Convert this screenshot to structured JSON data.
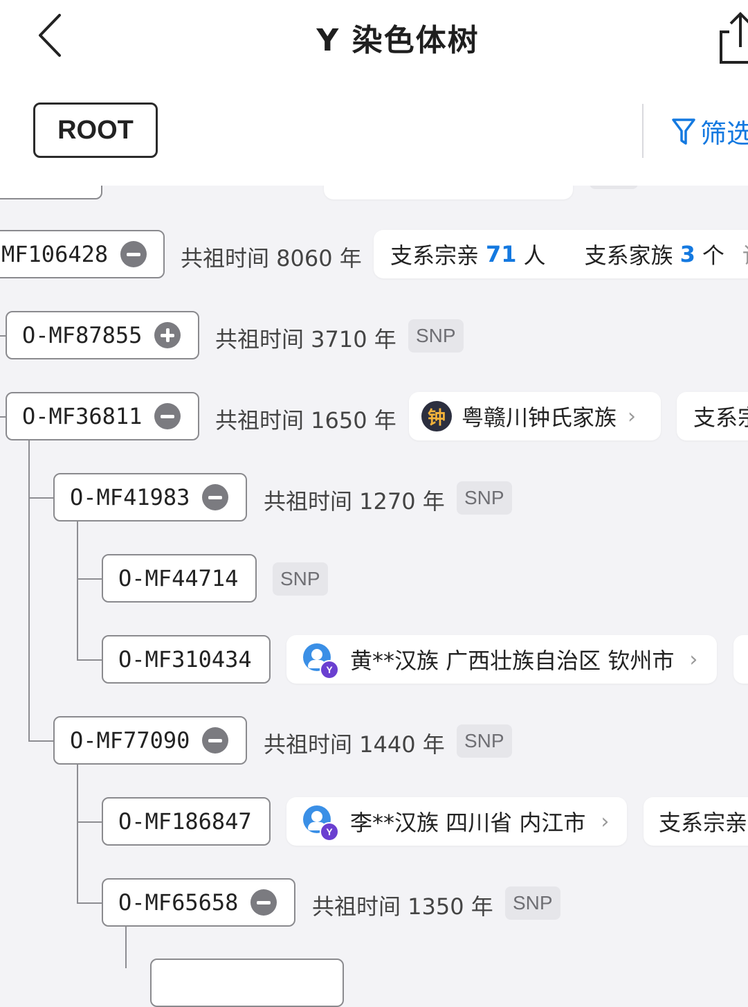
{
  "header": {
    "title": "Y 染色体树",
    "root_label": "ROOT",
    "filter_label": "筛选"
  },
  "rows": {
    "r1": {
      "node": "MF106428",
      "tmrca": "共祖时间 8060 年",
      "stats": {
        "kin_label": "支系宗亲",
        "kin_count": "71",
        "kin_unit": "人",
        "family_label": "支系家族",
        "family_count": "3",
        "family_unit": "个",
        "detail_label": "详"
      }
    },
    "r2": {
      "node": "O-MF87855",
      "tmrca": "共祖时间 3710 年",
      "snp": "SNP"
    },
    "r3": {
      "node": "O-MF36811",
      "tmrca": "共祖时间 1650 年",
      "family": {
        "icon_char": "钟",
        "name": "粤赣川钟氏家族"
      },
      "extra": "支系宗"
    },
    "r4": {
      "node": "O-MF41983",
      "tmrca": "共祖时间 1270 年",
      "snp": "SNP"
    },
    "r5": {
      "node": "O-MF44714",
      "snp": "SNP"
    },
    "r6": {
      "node": "O-MF310434",
      "person": "黄**汉族 广西壮族自治区 钦州市"
    },
    "r7": {
      "node": "O-MF77090",
      "tmrca": "共祖时间 1440 年",
      "snp": "SNP"
    },
    "r8": {
      "node": "O-MF186847",
      "person": "李**汉族 四川省 内江市",
      "extra": "支系宗亲"
    },
    "r9": {
      "node": "O-MF65658",
      "tmrca": "共祖时间 1350 年",
      "snp": "SNP"
    }
  },
  "colors": {
    "accent": "#1479e0",
    "line": "#8d8d92",
    "background": "#f3f3f6"
  },
  "icons": [
    "back-arrow-icon",
    "share-icon",
    "filter-icon",
    "collapse-icon",
    "expand-icon",
    "chevron-right-icon",
    "family-icon",
    "user-avatar-icon"
  ]
}
